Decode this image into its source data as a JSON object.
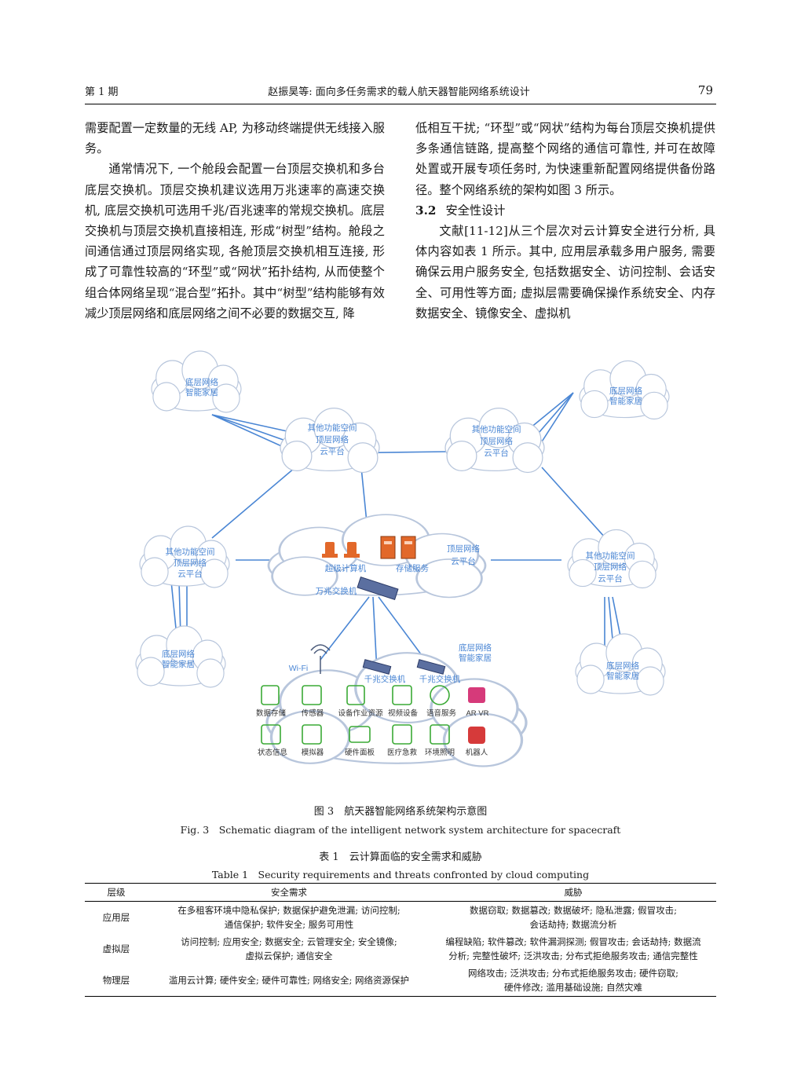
{
  "header": {
    "issue": "第 1 期",
    "title": "赵振昊等: 面向多任务需求的载人航天器智能网络系统设计",
    "page": "79"
  },
  "left_column": [
    "需要配置一定数量的无线 AP, 为移动终端提供无线接入服务。",
    "通常情况下, 一个舱段会配置一台顶层交换机和多台底层交换机。顶层交换机建议选用万兆速率的高速交换机, 底层交换机可选用千兆/百兆速率的常规交换机。底层交换机与顶层交换机直接相连, 形成“树型”结构。舱段之间通信通过顶层网络实现, 各舱顶层交换机相互连接, 形成了可靠性较高的“环型”或“网状”拓扑结构, 从而使整个组合体网络呈现“混合型”拓扑。其中“树型”结构能够有效减少顶层网络和底层网络之间不必要的数据交互, 降"
  ],
  "right_column": {
    "para1": "低相互干扰; “环型”或“网状”结构为每台顶层交换机提供多条通信链路, 提高整个网络的通信可靠性, 并可在故障处置或开展专项任务时, 为快速重新配置网络提供备份路径。整个网络系统的架构如图 3 所示。",
    "section_num": "3.2",
    "section_title": "安全性设计",
    "para2": "文献[11-12]从三个层次对云计算安全进行分析, 具体内容如表 1 所示。其中, 应用层承载多用户服务, 需要确保云用户服务安全, 包括数据安全、访问控制、会话安全、可用性等方面; 虚拟层需要确保操作系统安全、内存数据安全、镜像安全、虚拟机"
  },
  "figure": {
    "home_cloud_lines": [
      "底层网络",
      "智能家居"
    ],
    "other_space_lines": [
      "其他功能空间",
      "顶层网络",
      "云平台"
    ],
    "center_label_lines": [
      "顶层网络",
      "云平台"
    ],
    "supercomputer": "超级计算机",
    "storage_service": "存储服务",
    "tengig_switch": "万兆交换机",
    "wifi": "Wi-Fi",
    "gig_switch": "千兆交换机",
    "devices_row1": [
      "数据存储",
      "传感器",
      "设备作业资源",
      "视频设备",
      "语音服务",
      "AR VR"
    ],
    "devices_row2": [
      "状态信息",
      "模拟器",
      "硬件面板",
      "医疗急救",
      "环境照明",
      "机器人"
    ],
    "colors": {
      "line": "#4a86d4",
      "cloud_stroke": "#b8c6dc",
      "label": "#4a86d4",
      "icon": "#3aaa35",
      "orange": "#e2682a"
    },
    "caption_cn": "图 3　航天器智能网络系统架构示意图",
    "caption_en": "Fig. 3　Schematic diagram of the intelligent network system architecture for spacecraft"
  },
  "table": {
    "title_cn": "表 1　云计算面临的安全需求和威胁",
    "title_en": "Table 1　Security requirements and threats confronted by cloud computing",
    "headers": [
      "层级",
      "安全需求",
      "威胁"
    ],
    "rows": [
      {
        "level": "应用层",
        "req": [
          "在多租客环境中隐私保护; 数据保护避免泄漏; 访问控制;",
          "通信保护; 软件安全; 服务可用性"
        ],
        "threat": [
          "数据窃取; 数据篡改; 数据破坏; 隐私泄露; 假冒攻击;",
          "会话劫持; 数据流分析"
        ]
      },
      {
        "level": "虚拟层",
        "req": [
          "访问控制; 应用安全; 数据安全; 云管理安全; 安全镜像;",
          "虚拟云保护; 通信安全"
        ],
        "threat": [
          "编程缺陷; 软件篡改; 软件漏洞探测; 假冒攻击; 会话劫持; 数据流",
          "分析; 完整性破坏; 泛洪攻击; 分布式拒绝服务攻击; 通信完整性"
        ]
      },
      {
        "level": "物理层",
        "req": [
          "滥用云计算; 硬件安全; 硬件可靠性; 网络安全; 网络资源保护"
        ],
        "threat": [
          "网络攻击; 泛洪攻击; 分布式拒绝服务攻击; 硬件窃取;",
          "硬件修改; 滥用基础设施; 自然灾难"
        ]
      }
    ]
  }
}
